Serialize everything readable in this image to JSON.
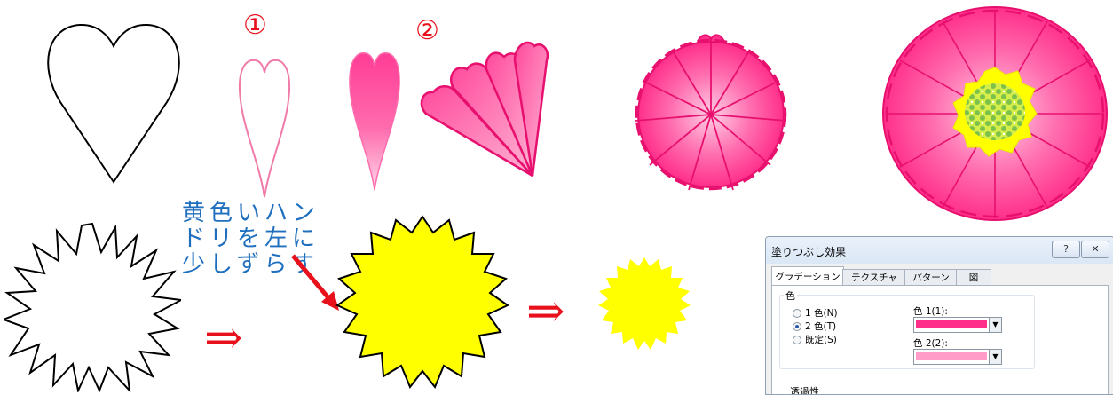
{
  "steps": {
    "step1": "①",
    "step2": "②"
  },
  "arrows": {
    "arrow1": "⇒",
    "arrow2": "⇒"
  },
  "note": {
    "text": "黄色いハン\nドリを左に\n少しずらす"
  },
  "colors": {
    "petal_dark": "#e8106e",
    "petal_mid": "#ff3d96",
    "petal_light": "#ffc3de",
    "outline_pink": "#f07aa8",
    "yellow": "#ffff00",
    "center_green": "#8fcf4a",
    "arrow_red": "#e8101a",
    "note_blue": "#1f6fbf"
  },
  "dialog": {
    "title": "塗りつぶし効果",
    "help_button": "?",
    "close_button": "✕",
    "tabs": [
      "グラデーション",
      "テクスチャ",
      "パターン",
      "図"
    ],
    "color_group_label": "色",
    "options": [
      {
        "label": "1 色(N)",
        "selected": false
      },
      {
        "label": "2 色(T)",
        "selected": true
      },
      {
        "label": "既定(S)",
        "selected": false
      }
    ],
    "color1_label": "色 1(1):",
    "color1_value": "#ff2f8a",
    "color2_label": "色 2(2):",
    "color2_value": "#ff9cc8",
    "dropdown_icon": "chevron-down-icon",
    "transparency_label": "透過性"
  }
}
